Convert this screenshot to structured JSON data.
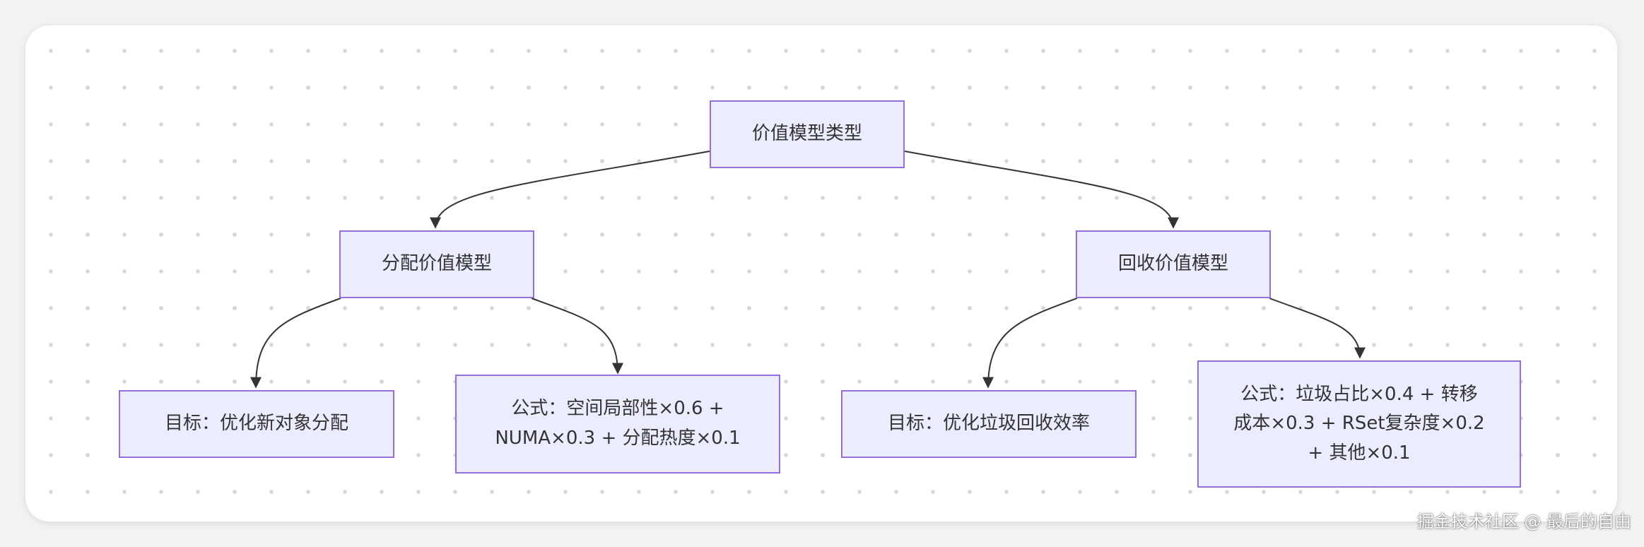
{
  "diagram": {
    "nodes": {
      "root": "价值模型类型",
      "alloc": "分配价值模型",
      "recycle": "回收价值模型",
      "alloc_goal": "目标：优化新对象分配",
      "alloc_formula": "公式：空间局部性×0.6 +\nNUMA×0.3 + 分配热度×0.1",
      "recycle_goal": "目标：优化垃圾回收效率",
      "recycle_formula": "公式：垃圾占比×0.4 + 转移\n成本×0.3 + RSet复杂度×0.2\n+ 其他×0.1"
    },
    "colors": {
      "node_fill": "#ECECFF",
      "node_border": "#9370DB",
      "edge": "#333333",
      "text": "#333333"
    }
  },
  "watermark": "掘金技术社区 @ 最后的自由"
}
